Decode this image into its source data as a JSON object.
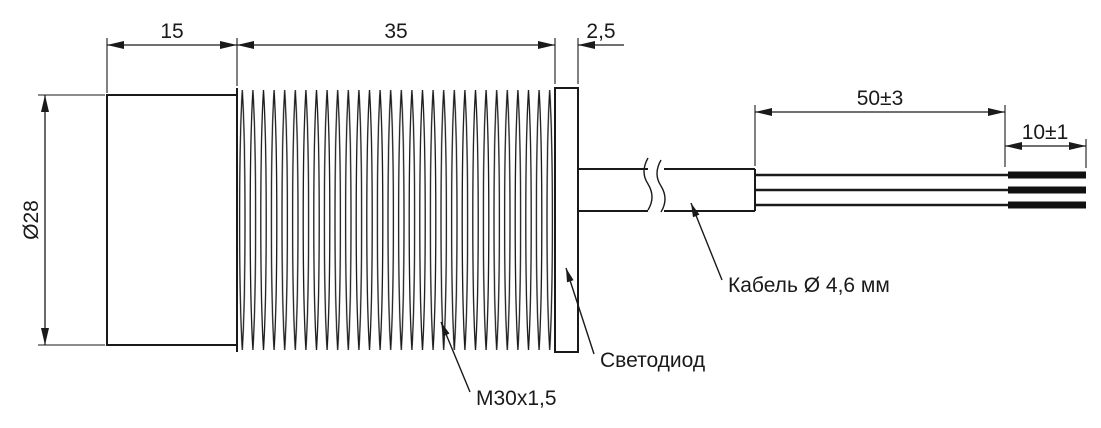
{
  "drawing": {
    "dimensions": {
      "body_length": "15",
      "thread_length": "35",
      "flange_width": "2,5",
      "body_diameter": "Ø28",
      "wire_length": "50±3",
      "strip_length": "10±1"
    },
    "callouts": {
      "thread_spec": "М30х1,5",
      "led": "Светодиод",
      "cable_spec": "Кабель Ø 4,6 мм"
    }
  }
}
